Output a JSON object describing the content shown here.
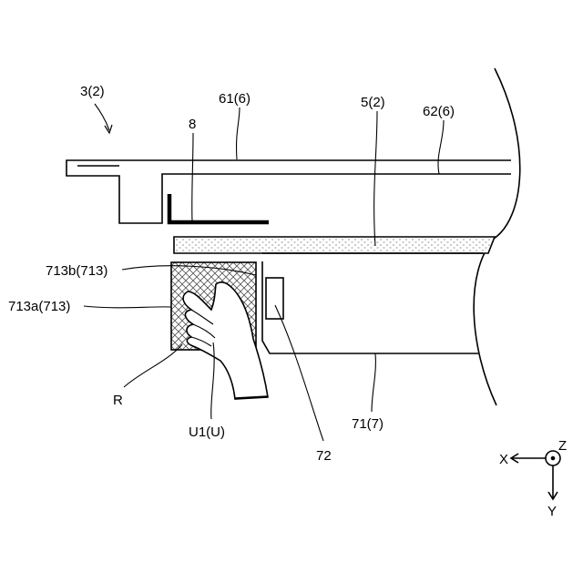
{
  "labels": {
    "assembly": "3(2)",
    "part_61": "61(6)",
    "part_8": "8",
    "part_5": "5(2)",
    "part_62": "62(6)",
    "part_713b": "713b(713)",
    "part_713a": "713a(713)",
    "part_R": "R",
    "part_U1": "U1(U)",
    "part_71": "71(7)",
    "part_72": "72"
  },
  "axes": {
    "x": "X",
    "y": "Y",
    "z": "Z"
  },
  "colors": {
    "line": "#000000",
    "hatch": "#777777",
    "background": "#ffffff"
  }
}
